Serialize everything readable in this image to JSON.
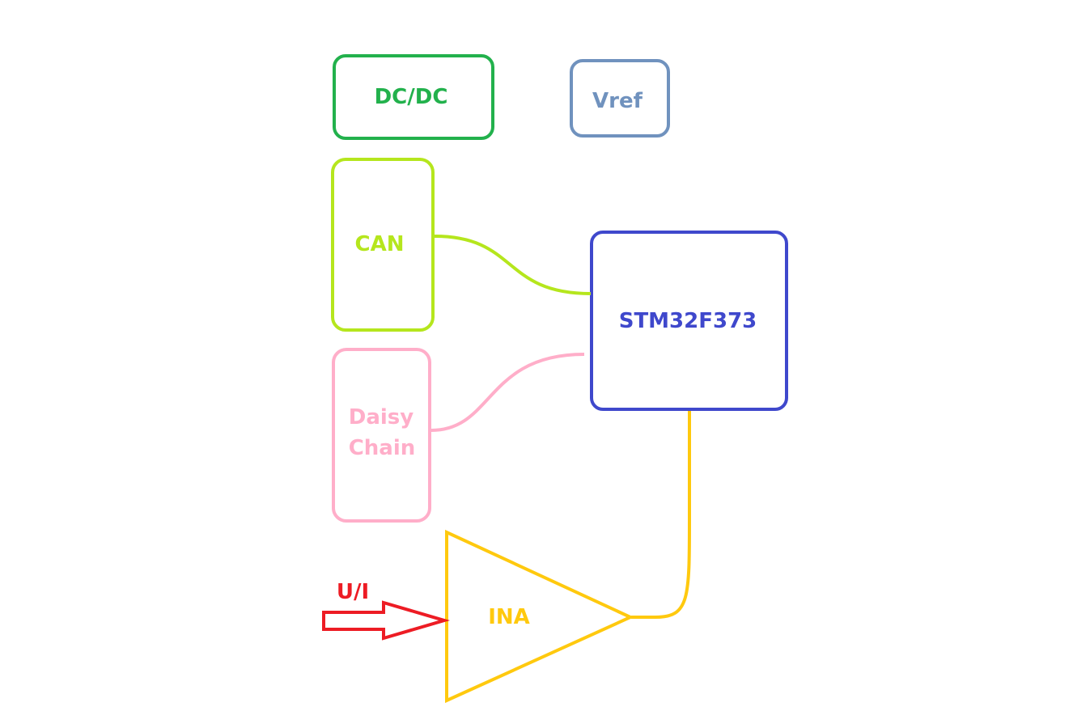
{
  "blocks": {
    "dcdc": {
      "label": "DC/DC",
      "color": "#22b14c"
    },
    "vref": {
      "label": "Vref",
      "color": "#7092be"
    },
    "can": {
      "label": "CAN",
      "color": "#b5e61d"
    },
    "daisy_chain": {
      "line1": "Daisy",
      "line2": "Chain",
      "color": "#ffaec9"
    },
    "mcu": {
      "label": "STM32F373",
      "color": "#3f48cc"
    },
    "ina": {
      "label": "INA",
      "color": "#ffc90e"
    }
  },
  "input": {
    "label": "U/I",
    "color": "#ed1c24"
  }
}
